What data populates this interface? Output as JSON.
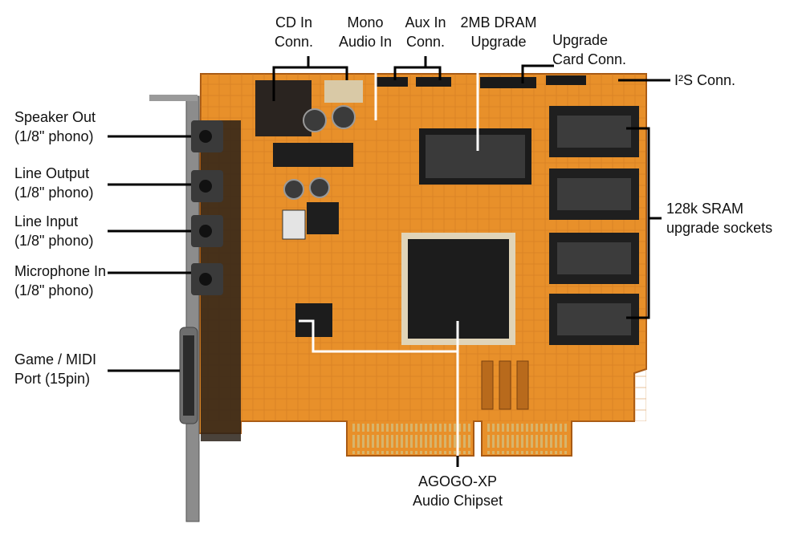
{
  "labels": {
    "speaker_out": {
      "line1": "Speaker Out",
      "line2": "(1/8\" phono)"
    },
    "line_output": {
      "line1": "Line Output",
      "line2": "(1/8\" phono)"
    },
    "line_input": {
      "line1": "Line Input",
      "line2": "(1/8\" phono)"
    },
    "microphone_in": {
      "line1": "Microphone In",
      "line2": "(1/8\" phono)"
    },
    "game_midi": {
      "line1": "Game / MIDI",
      "line2": "Port (15pin)"
    },
    "cd_in": {
      "line1": "CD In",
      "line2": "Conn."
    },
    "mono_audio": {
      "line1": "Mono",
      "line2": "Audio In"
    },
    "aux_in": {
      "line1": "Aux In",
      "line2": "Conn."
    },
    "dram": {
      "line1": "2MB DRAM",
      "line2": "Upgrade"
    },
    "upgrade_card": {
      "line1": "Upgrade",
      "line2": "Card Conn."
    },
    "i2s": {
      "line1": "I²S Conn."
    },
    "sram": {
      "line1": "128k SRAM",
      "line2": "upgrade sockets"
    },
    "agogo": {
      "line1": "AGOGO-XP",
      "line2": "Audio Chipset"
    }
  },
  "colors": {
    "board": "#e8902a",
    "board_dark": "#b9651a",
    "chip": "#1c1c1c",
    "leader_black": "#000000",
    "leader_white": "#ffffff"
  }
}
